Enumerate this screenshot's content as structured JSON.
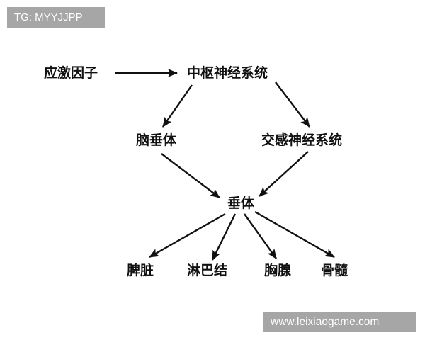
{
  "watermarks": {
    "top": "TG: MYYJJPP",
    "bottom": "www.leixiaogame.com"
  },
  "nodes": {
    "stress_factor": "应激因子",
    "cns": "中枢神经系统",
    "brain_pituitary": "脑垂体",
    "sympathetic": "交感神经系统",
    "pituitary": "垂体",
    "spleen": "脾脏",
    "lymph_node": "淋巴结",
    "thymus": "胸腺",
    "bone_marrow": "骨髓"
  },
  "edges": [
    {
      "from": "应激因子",
      "to": "中枢神经系统"
    },
    {
      "from": "中枢神经系统",
      "to": "脑垂体"
    },
    {
      "from": "中枢神经系统",
      "to": "交感神经系统"
    },
    {
      "from": "脑垂体",
      "to": "垂体"
    },
    {
      "from": "交感神经系统",
      "to": "垂体"
    },
    {
      "from": "垂体",
      "to": "脾脏"
    },
    {
      "from": "垂体",
      "to": "淋巴结"
    },
    {
      "from": "垂体",
      "to": "胸腺"
    },
    {
      "from": "垂体",
      "to": "骨髓"
    }
  ],
  "colors": {
    "ink": "#111111",
    "watermark_bg": "#a6a6a6",
    "watermark_text": "#ffffff",
    "background": "#ffffff"
  }
}
